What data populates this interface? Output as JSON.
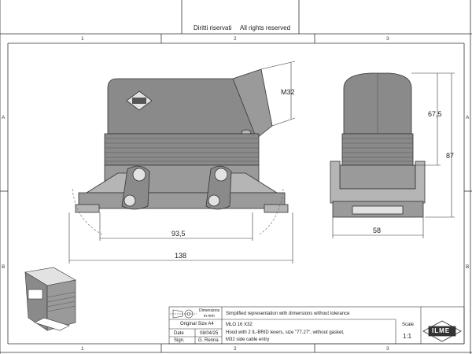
{
  "header": {
    "rights_it": "Diritti riservati",
    "rights_en": "All rights reserved"
  },
  "zones": {
    "cols": [
      "1",
      "2",
      "3"
    ],
    "rows": [
      "A",
      "B"
    ]
  },
  "dimensions": {
    "cable_entry": "M32",
    "side_height_upper": "67,5",
    "side_height_total": "87",
    "width_inner": "93,5",
    "width_total": "138",
    "depth": "58"
  },
  "title_block": {
    "dimensions_label": "Dimensions",
    "dimensions_unit": "in mm",
    "note": "Simplified representation with dimensions without tolerance",
    "original_size_label": "Original Size A4",
    "date_label": "Date",
    "date_value": "08/04/25",
    "sign_label": "Sign.",
    "sign_value": "G. Renna",
    "product_code": "MLO 16 X32",
    "description_line1": "Hood with 2 IL-BRID levers, size \"77.27\", without gasket,",
    "description_line2": "M32 side cable entry",
    "scale_label": "Scale",
    "scale_value": "1:1",
    "logo_text": "ILME"
  },
  "colors": {
    "line": "#333333",
    "fill_dark": "#8a8a8a",
    "fill_mid": "#b5b5b5",
    "fill_light": "#e2e2e2"
  }
}
